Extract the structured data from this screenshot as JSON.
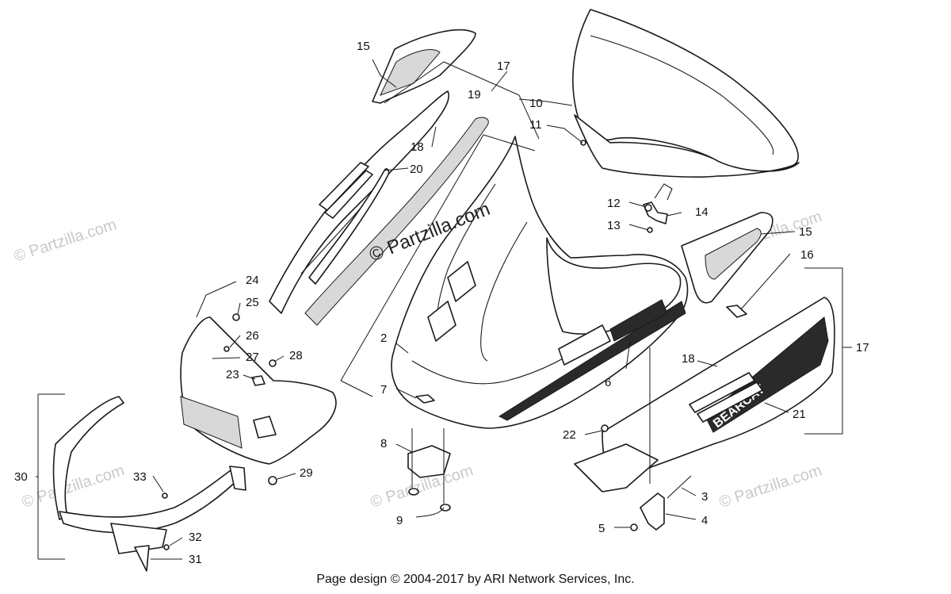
{
  "footer": "Page design © 2004-2017 by ARI Network Services, Inc.",
  "watermark": "© Partzilla.com",
  "center_watermark": "© Partzilla.com",
  "decal_text": "BEARCAT",
  "callouts": {
    "c2": "2",
    "c3": "3",
    "c4": "4",
    "c5": "5",
    "c6": "6",
    "c7": "7",
    "c8": "8",
    "c9": "9",
    "c10": "10",
    "c11": "11",
    "c12": "12",
    "c13": "13",
    "c14": "14",
    "c15a": "15",
    "c15b": "15",
    "c16": "16",
    "c17a": "17",
    "c17b": "17",
    "c18a": "18",
    "c18b": "18",
    "c19": "19",
    "c20": "20",
    "c21": "21",
    "c22": "22",
    "c23": "23",
    "c24": "24",
    "c25": "25",
    "c26": "26",
    "c27": "27",
    "c28": "28",
    "c29": "29",
    "c30": "30",
    "c31": "31",
    "c32": "32",
    "c33": "33"
  }
}
